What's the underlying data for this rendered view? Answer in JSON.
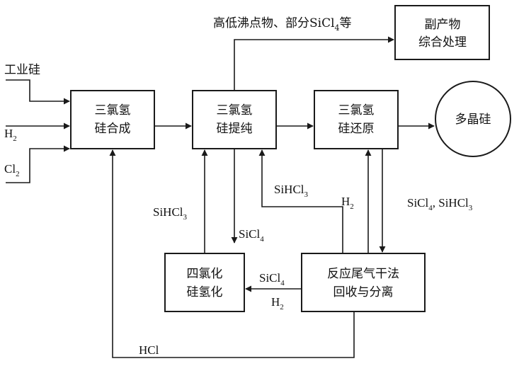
{
  "boxes": {
    "synthesis": [
      "三氯氢",
      "硅合成"
    ],
    "purification": [
      "三氯氢",
      "硅提纯"
    ],
    "reduction": [
      "三氯氢",
      "硅还原"
    ],
    "byproduct": [
      "副产物",
      "综合处理"
    ],
    "hydrogenation": [
      "四氯化",
      "硅氢化"
    ],
    "recovery": [
      "反应尾气干法",
      "回收与分离"
    ]
  },
  "product": "多晶硅",
  "inputs": {
    "industrial_si": "工业硅",
    "h2": {
      "base": "H",
      "sub": "2"
    },
    "cl2": {
      "base": "Cl",
      "sub": "2"
    }
  },
  "labels": {
    "byproduct_flow": {
      "part1": "高低沸点物、部分SiCl",
      "sub": "4",
      "part2": "等"
    },
    "sihcl3_left": {
      "base": "SiHCl",
      "sub": "3"
    },
    "sicl4_down": {
      "base": "SiCl",
      "sub": "4"
    },
    "sihcl3_mid": {
      "base": "SiHCl",
      "sub": "3"
    },
    "h2_mid": {
      "base": "H",
      "sub": "2"
    },
    "right_pair": {
      "a": "SiCl",
      "a_sub": "4",
      "sep": ", SiHCl",
      "b_sub": "3"
    },
    "sicl4_left": {
      "base": "SiCl",
      "sub": "4"
    },
    "h2_bottom": {
      "base": "H",
      "sub": "2"
    },
    "hcl": "HCl"
  }
}
